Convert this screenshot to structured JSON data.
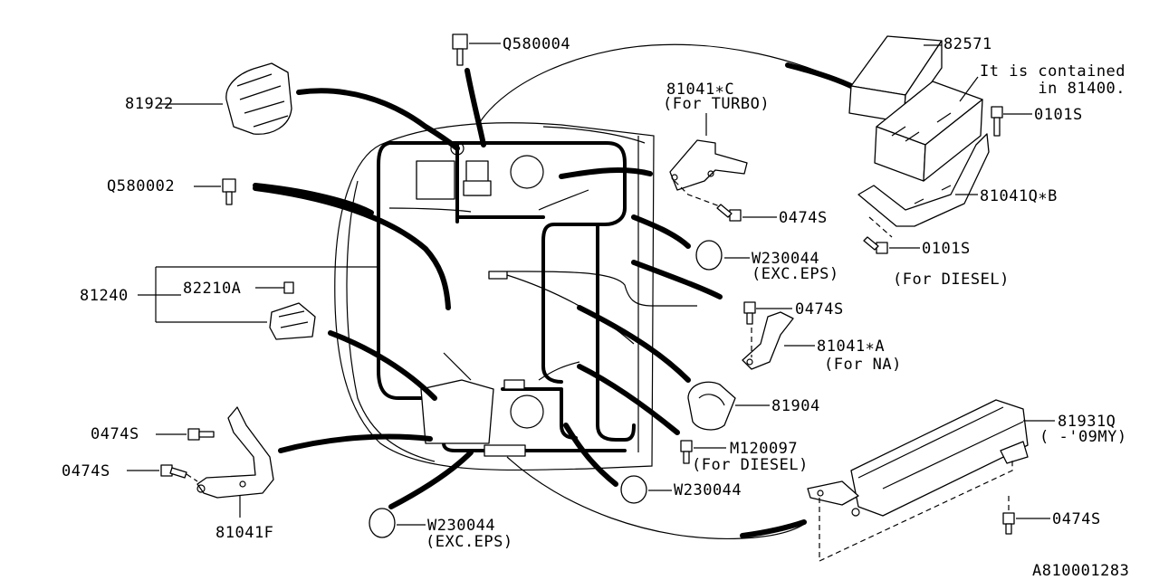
{
  "diagram": {
    "parts": [
      {
        "id": "q580004",
        "label": "Q580004"
      },
      {
        "id": "p82571",
        "label": "82571"
      },
      {
        "id": "note_81400",
        "label": "It is contained\nin 81400."
      },
      {
        "id": "p81922",
        "label": "81922"
      },
      {
        "id": "p81041c",
        "label": "81041∗C"
      },
      {
        "id": "for_turbo",
        "label": "(For TURBO)"
      },
      {
        "id": "p0101s_a",
        "label": "0101S"
      },
      {
        "id": "q580002",
        "label": "Q580002"
      },
      {
        "id": "p81041qb",
        "label": "81041Q∗B"
      },
      {
        "id": "p0474s_a",
        "label": "0474S"
      },
      {
        "id": "p0101s_b",
        "label": "0101S"
      },
      {
        "id": "w230044_a",
        "label": "W230044"
      },
      {
        "id": "exc_eps_a",
        "label": "(EXC.EPS)"
      },
      {
        "id": "for_diesel_a",
        "label": "(For DIESEL)"
      },
      {
        "id": "p81240",
        "label": "81240"
      },
      {
        "id": "p82210a",
        "label": "82210A"
      },
      {
        "id": "p0474s_b",
        "label": "0474S"
      },
      {
        "id": "p81041a",
        "label": "81041∗A"
      },
      {
        "id": "for_na",
        "label": "(For NA)"
      },
      {
        "id": "p81904",
        "label": "81904"
      },
      {
        "id": "p81931q",
        "label": "81931Q"
      },
      {
        "id": "date_09my",
        "label": "( -'09MY)"
      },
      {
        "id": "p0474s_c",
        "label": "0474S"
      },
      {
        "id": "m120097",
        "label": "M120097"
      },
      {
        "id": "for_diesel_b",
        "label": "(For DIESEL)"
      },
      {
        "id": "p0474s_d",
        "label": "0474S"
      },
      {
        "id": "w230044_b",
        "label": "W230044"
      },
      {
        "id": "p0474s_e",
        "label": "0474S"
      },
      {
        "id": "w230044_c",
        "label": "W230044"
      },
      {
        "id": "exc_eps_c",
        "label": "(EXC.EPS)"
      },
      {
        "id": "p81041f",
        "label": "81041F"
      }
    ],
    "diagram_code": "A810001283"
  }
}
